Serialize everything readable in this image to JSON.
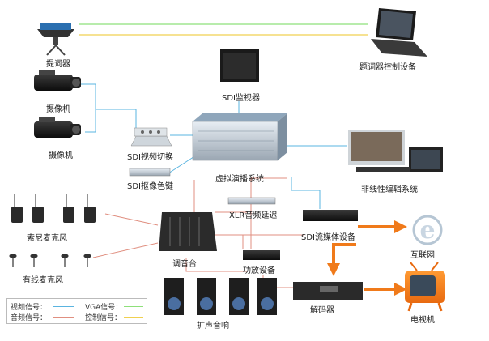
{
  "labels": {
    "teleprompter": "提词器",
    "camera1": "摄像机",
    "camera2": "摄像机",
    "sdi_monitor": "SDI监视器",
    "prompter_control": "题词器控制设备",
    "sdi_switcher": "SDI视频切换",
    "sdi_keyer": "SDI抠像色键",
    "virtual_studio": "虚拟演播系统",
    "nle": "非线性编辑系统",
    "xlr_delay": "XLR音频延迟",
    "sony_mic": "索尼麦克风",
    "wired_mic": "有线麦克风",
    "mixer": "调音台",
    "amp": "功放设备",
    "speakers": "扩声音响",
    "stream": "SDI流媒体设备",
    "internet": "互联网",
    "decoder": "解码器",
    "tv": "电视机"
  },
  "legend": {
    "video": "视频信号：",
    "vga": "VGA信号：",
    "audio": "音频信号：",
    "control": "控制信号："
  },
  "colors": {
    "video": "#5ab4e0",
    "vga": "#8ee07a",
    "audio": "#e08f80",
    "control": "#f0d050",
    "arrow": "#f07a1a"
  },
  "icons": {
    "internet": "ie-logo-icon"
  }
}
